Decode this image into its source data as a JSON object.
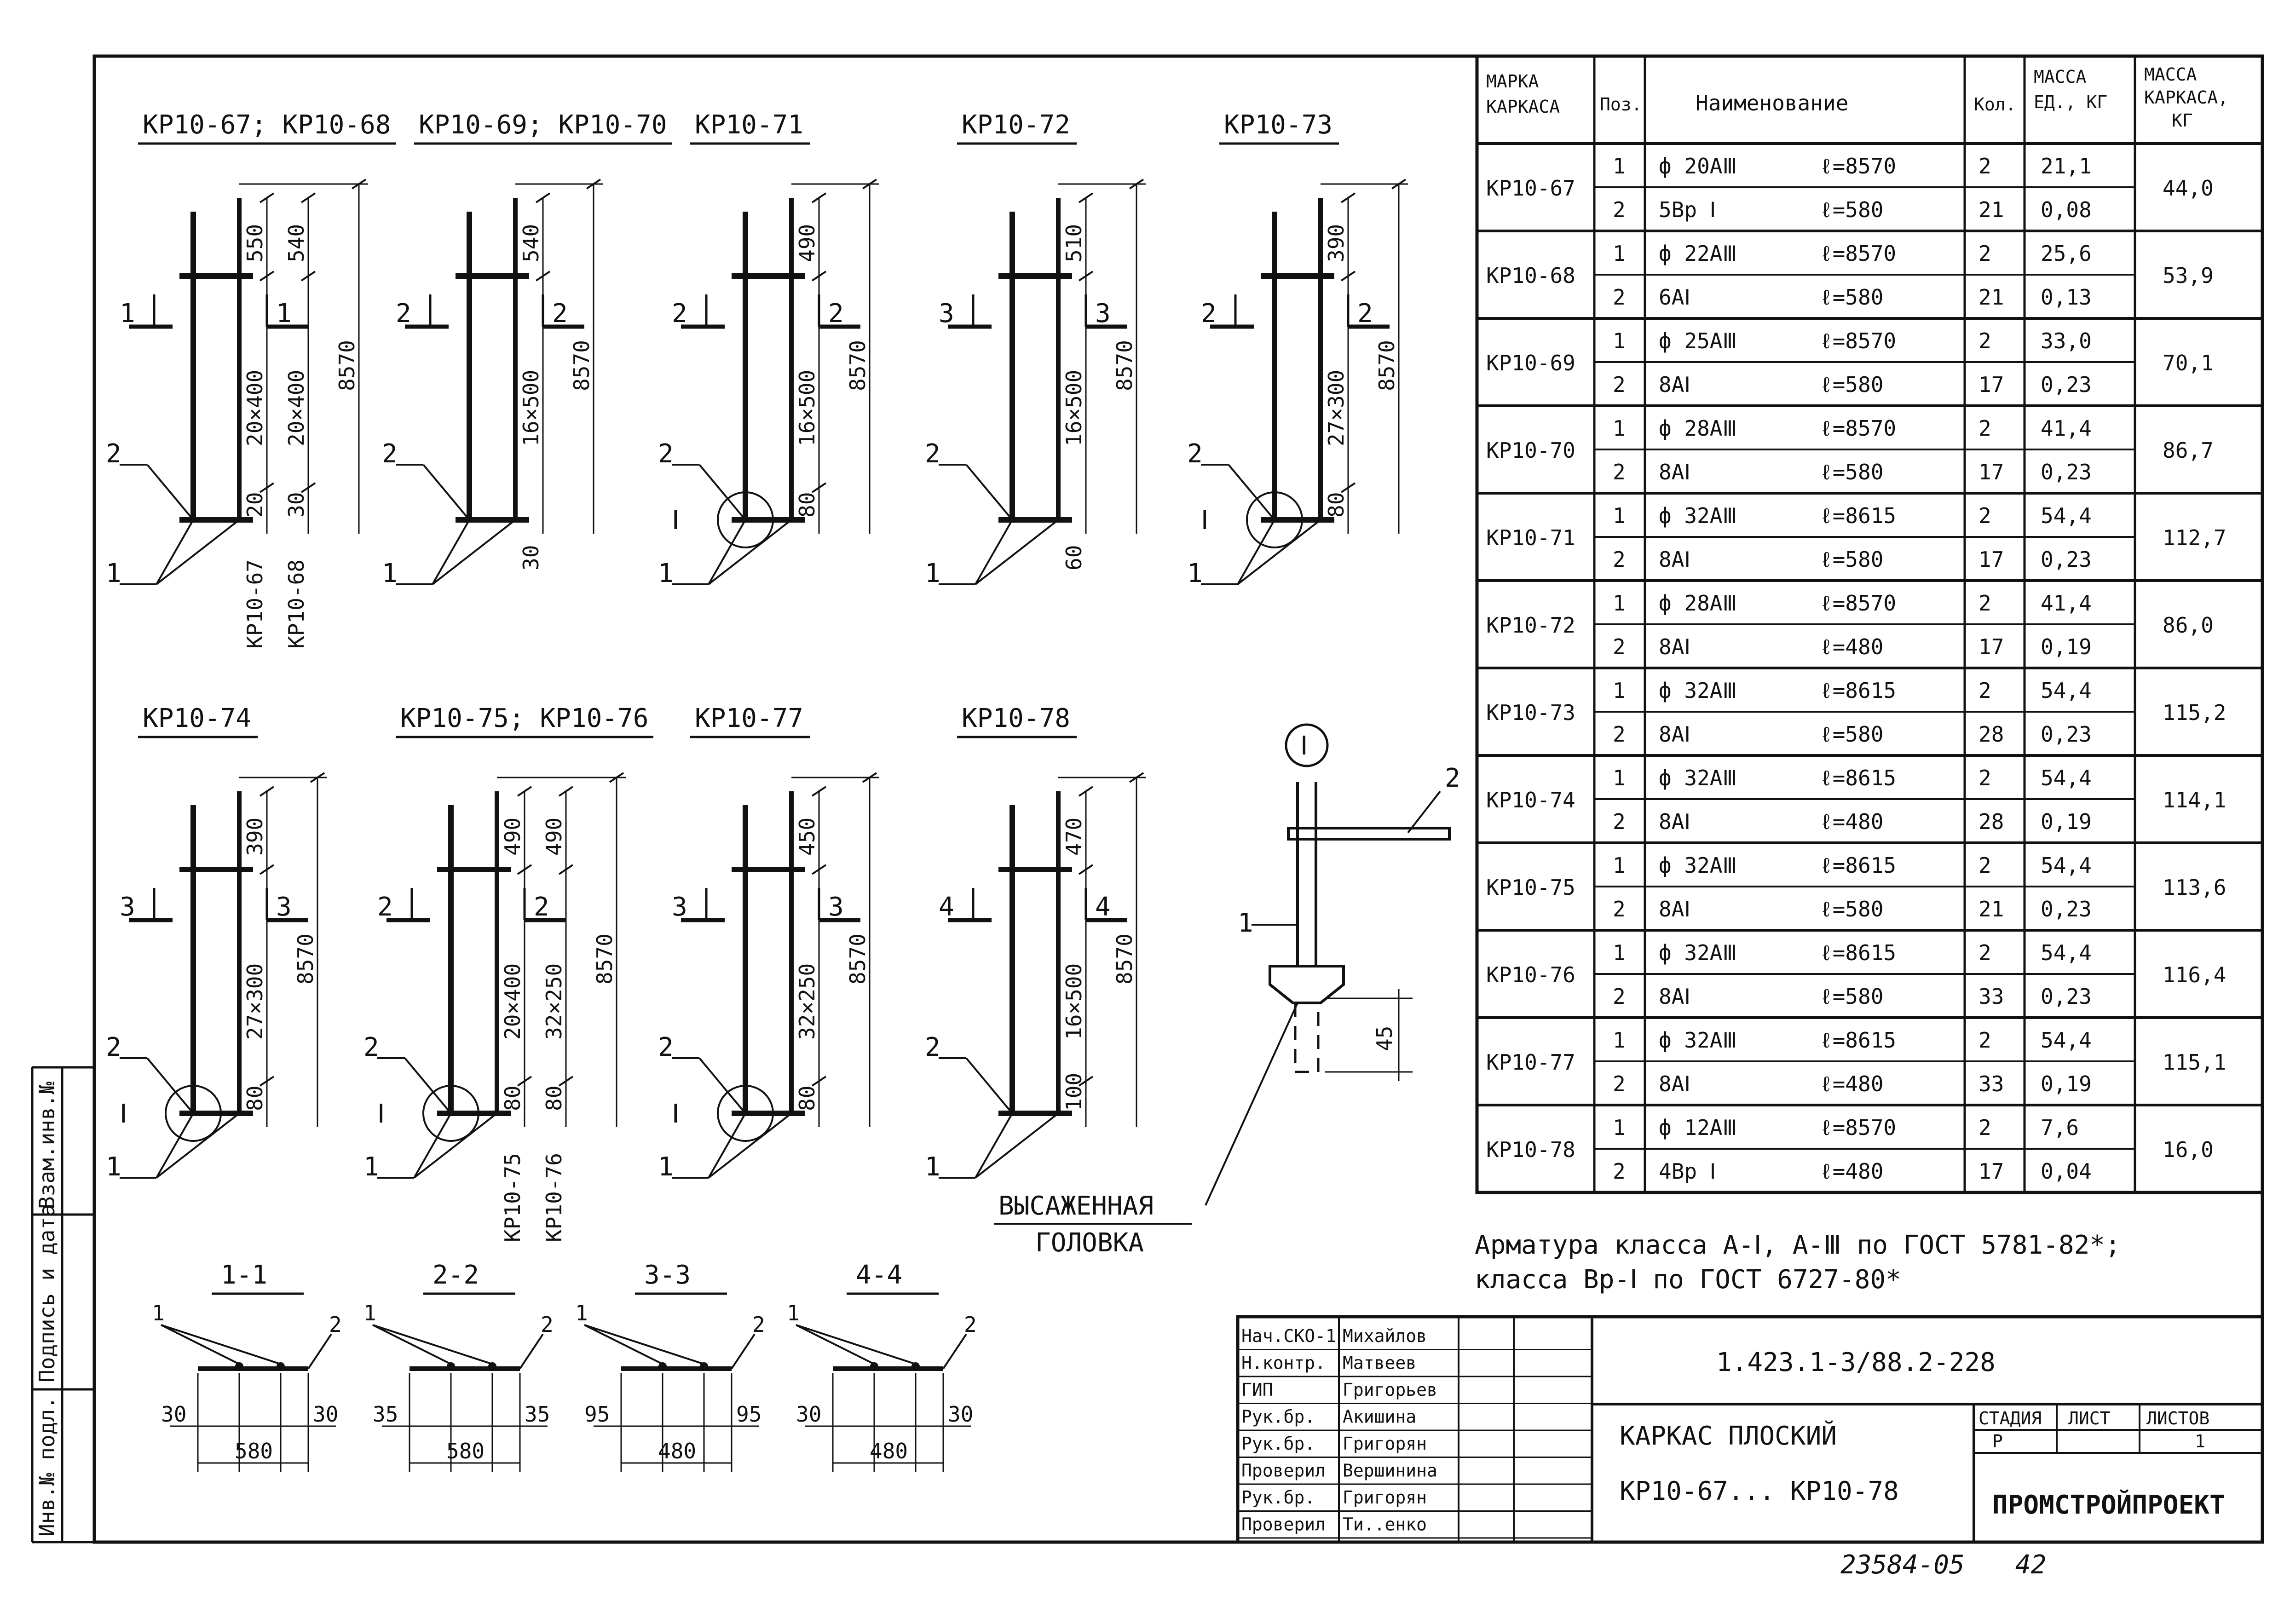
{
  "sheet_code": "1.423.1-3/88.2-228",
  "sheet_title_line1": "КАРКАС ПЛОСКИЙ",
  "sheet_title_line2": "КР10-67... КР10-78",
  "organization": "ПРОМСТРОЙПРОЕКТ",
  "footer_number": "23584-05",
  "footer_page": "42",
  "stage_header": "СТАДИЯ",
  "sheet_header": "ЛИСТ",
  "sheets_header": "ЛИСТОВ",
  "stage_value": "Р",
  "sheet_value": "",
  "sheets_value": "1",
  "side_labels": [
    "Инв.№ подл.",
    "Подпись и дата",
    "Взам.инв.№"
  ],
  "notes": [
    "Арматура класса А-Ⅰ, А-Ⅲ по ГОСТ 5781-82*;",
    "класса Вр-Ⅰ по ГОСТ 6727-80*"
  ],
  "stamp_rows": [
    {
      "role": "Нач.СКО-1",
      "name": "Михайлов"
    },
    {
      "role": "Н.контр.",
      "name": "Матвеев"
    },
    {
      "role": "ГИП",
      "name": "Григорьев"
    },
    {
      "role": "Рук.бр.",
      "name": "Акишина"
    },
    {
      "role": "Рук.бр.",
      "name": "Григорян"
    },
    {
      "role": "Проверил",
      "name": "Вершинина"
    },
    {
      "role": "Рук.бр.",
      "name": "Григорян"
    },
    {
      "role": "Проверил",
      "name": "Ти..енко"
    }
  ],
  "table": {
    "headers": [
      "МАРКА КАРКАСА",
      "Поз.",
      "Наименование",
      "Кол.",
      "МАССА ЕД., КГ",
      "МАССА КАРКАСА, КГ"
    ],
    "rows": [
      {
        "mark": "КР10-67",
        "total": "44,0",
        "items": [
          {
            "pos": "1",
            "name": "ф 20АⅢ",
            "len": "ℓ=8570",
            "qty": "2",
            "mass": "21,1"
          },
          {
            "pos": "2",
            "name": "5Вр Ⅰ",
            "len": "ℓ=580",
            "qty": "21",
            "mass": "0,08"
          }
        ]
      },
      {
        "mark": "КР10-68",
        "total": "53,9",
        "items": [
          {
            "pos": "1",
            "name": "ф 22АⅢ",
            "len": "ℓ=8570",
            "qty": "2",
            "mass": "25,6"
          },
          {
            "pos": "2",
            "name": "6АⅠ",
            "len": "ℓ=580",
            "qty": "21",
            "mass": "0,13"
          }
        ]
      },
      {
        "mark": "КР10-69",
        "total": "70,1",
        "items": [
          {
            "pos": "1",
            "name": "ф 25АⅢ",
            "len": "ℓ=8570",
            "qty": "2",
            "mass": "33,0"
          },
          {
            "pos": "2",
            "name": "8АⅠ",
            "len": "ℓ=580",
            "qty": "17",
            "mass": "0,23"
          }
        ]
      },
      {
        "mark": "КР10-70",
        "total": "86,7",
        "items": [
          {
            "pos": "1",
            "name": "ф 28АⅢ",
            "len": "ℓ=8570",
            "qty": "2",
            "mass": "41,4"
          },
          {
            "pos": "2",
            "name": "8АⅠ",
            "len": "ℓ=580",
            "qty": "17",
            "mass": "0,23"
          }
        ]
      },
      {
        "mark": "КР10-71",
        "total": "112,7",
        "items": [
          {
            "pos": "1",
            "name": "ф 32АⅢ",
            "len": "ℓ=8615",
            "qty": "2",
            "mass": "54,4"
          },
          {
            "pos": "2",
            "name": "8АⅠ",
            "len": "ℓ=580",
            "qty": "17",
            "mass": "0,23"
          }
        ]
      },
      {
        "mark": "КР10-72",
        "total": "86,0",
        "items": [
          {
            "pos": "1",
            "name": "ф 28АⅢ",
            "len": "ℓ=8570",
            "qty": "2",
            "mass": "41,4"
          },
          {
            "pos": "2",
            "name": "8АⅠ",
            "len": "ℓ=480",
            "qty": "17",
            "mass": "0,19"
          }
        ]
      },
      {
        "mark": "КР10-73",
        "total": "115,2",
        "items": [
          {
            "pos": "1",
            "name": "ф 32АⅢ",
            "len": "ℓ=8615",
            "qty": "2",
            "mass": "54,4"
          },
          {
            "pos": "2",
            "name": "8АⅠ",
            "len": "ℓ=580",
            "qty": "28",
            "mass": "0,23"
          }
        ]
      },
      {
        "mark": "КР10-74",
        "total": "114,1",
        "items": [
          {
            "pos": "1",
            "name": "ф 32АⅢ",
            "len": "ℓ=8615",
            "qty": "2",
            "mass": "54,4"
          },
          {
            "pos": "2",
            "name": "8АⅠ",
            "len": "ℓ=480",
            "qty": "28",
            "mass": "0,19"
          }
        ]
      },
      {
        "mark": "КР10-75",
        "total": "113,6",
        "items": [
          {
            "pos": "1",
            "name": "ф 32АⅢ",
            "len": "ℓ=8615",
            "qty": "2",
            "mass": "54,4"
          },
          {
            "pos": "2",
            "name": "8АⅠ",
            "len": "ℓ=580",
            "qty": "21",
            "mass": "0,23"
          }
        ]
      },
      {
        "mark": "КР10-76",
        "total": "116,4",
        "items": [
          {
            "pos": "1",
            "name": "ф 32АⅢ",
            "len": "ℓ=8615",
            "qty": "2",
            "mass": "54,4"
          },
          {
            "pos": "2",
            "name": "8АⅠ",
            "len": "ℓ=580",
            "qty": "33",
            "mass": "0,23"
          }
        ]
      },
      {
        "mark": "КР10-77",
        "total": "115,1",
        "items": [
          {
            "pos": "1",
            "name": "ф 32АⅢ",
            "len": "ℓ=8615",
            "qty": "2",
            "mass": "54,4"
          },
          {
            "pos": "2",
            "name": "8АⅠ",
            "len": "ℓ=480",
            "qty": "33",
            "mass": "0,19"
          }
        ]
      },
      {
        "mark": "КР10-78",
        "total": "16,0",
        "items": [
          {
            "pos": "1",
            "name": "ф 12АⅢ",
            "len": "ℓ=8570",
            "qty": "2",
            "mass": "7,6"
          },
          {
            "pos": "2",
            "name": "4Вр Ⅰ",
            "len": "ℓ=480",
            "qty": "17",
            "mass": "0,04"
          }
        ]
      }
    ]
  },
  "frames": [
    {
      "title": "КР10-67; КР10-68",
      "sec": "1",
      "top_dims": [
        "550",
        "540"
      ],
      "mid_dims": [
        "20×400",
        "20×400"
      ],
      "bot_dims": [
        "20",
        "30"
      ],
      "total": "8570",
      "extra": [
        "КР10-67",
        "КР10-68"
      ],
      "extra_dim": "",
      "pos1": "1",
      "pos2": "2",
      "detail": ""
    },
    {
      "title": "КР10-69; КР10-70",
      "sec": "2",
      "top_dims": [
        "540"
      ],
      "mid_dims": [
        "16×500"
      ],
      "bot_dims": [],
      "total": "8570",
      "extra": [],
      "extra_dim": "30",
      "pos1": "1",
      "pos2": "2",
      "detail": ""
    },
    {
      "title": "КР10-71",
      "sec": "2",
      "top_dims": [
        "490"
      ],
      "mid_dims": [
        "16×500"
      ],
      "bot_dims": [
        "80"
      ],
      "total": "8570",
      "extra": [],
      "extra_dim": "",
      "pos1": "1",
      "pos2": "2",
      "detail": "Ⅰ"
    },
    {
      "title": "КР10-72",
      "sec": "3",
      "top_dims": [
        "510"
      ],
      "mid_dims": [
        "16×500"
      ],
      "bot_dims": [],
      "total": "8570",
      "extra": [],
      "extra_dim": "60",
      "pos1": "1",
      "pos2": "2",
      "detail": ""
    },
    {
      "title": "КР10-73",
      "sec": "2",
      "top_dims": [
        "390"
      ],
      "mid_dims": [
        "27×300"
      ],
      "bot_dims": [
        "80"
      ],
      "total": "8570",
      "extra": [],
      "extra_dim": "",
      "pos1": "1",
      "pos2": "2",
      "detail": "Ⅰ"
    },
    {
      "title": "КР10-74",
      "sec": "3",
      "top_dims": [
        "390"
      ],
      "mid_dims": [
        "27×300"
      ],
      "bot_dims": [
        "80"
      ],
      "total": "8570",
      "extra": [],
      "extra_dim": "",
      "pos1": "1",
      "pos2": "2",
      "detail": "Ⅰ"
    },
    {
      "title": "КР10-75; КР10-76",
      "sec": "2",
      "top_dims": [
        "490",
        "490"
      ],
      "mid_dims": [
        "20×400",
        "32×250"
      ],
      "bot_dims": [
        "80",
        "80"
      ],
      "total": "8570",
      "extra": [
        "КР10-75",
        "КР10-76"
      ],
      "extra_dim": "",
      "pos1": "1",
      "pos2": "2",
      "detail": "Ⅰ"
    },
    {
      "title": "КР10-77",
      "sec": "3",
      "top_dims": [
        "450"
      ],
      "mid_dims": [
        "32×250"
      ],
      "bot_dims": [
        "80"
      ],
      "total": "8570",
      "extra": [],
      "extra_dim": "",
      "pos1": "1",
      "pos2": "2",
      "detail": "Ⅰ"
    },
    {
      "title": "КР10-78",
      "sec": "4",
      "top_dims": [
        "470"
      ],
      "mid_dims": [
        "16×500"
      ],
      "bot_dims": [
        "100"
      ],
      "total": "8570",
      "extra": [],
      "extra_dim": "",
      "pos1": "1",
      "pos2": "2",
      "detail": ""
    }
  ],
  "detail": {
    "mark": "Ⅰ",
    "pos1": "1",
    "pos2": "2",
    "dim": "45",
    "caption_line1": "ВЫСАЖЕННАЯ",
    "caption_line2": "ГОЛОВКА"
  },
  "sections": [
    {
      "title": "1-1",
      "left": "30",
      "right": "30",
      "width": "580",
      "pos1": "1",
      "pos2": "2"
    },
    {
      "title": "2-2",
      "left": "35",
      "right": "35",
      "width": "580",
      "pos1": "1",
      "pos2": "2"
    },
    {
      "title": "3-3",
      "left": "95",
      "right": "95",
      "width": "480",
      "pos1": "1",
      "pos2": "2"
    },
    {
      "title": "4-4",
      "left": "30",
      "right": "30",
      "width": "480",
      "pos1": "1",
      "pos2": "2"
    }
  ]
}
